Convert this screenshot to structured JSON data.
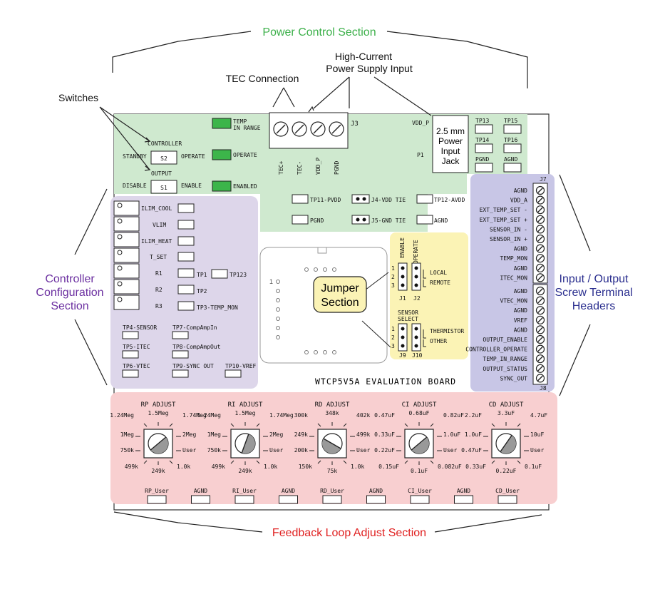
{
  "board": {
    "name": "WTCP5V5A EVALUATION BOARD",
    "colors": {
      "power": "#cfe9cf",
      "config": "#ddd6ea",
      "io": "#c8c6e6",
      "jumper": "#fbf3b5",
      "feedback": "#f8cfd0",
      "led": "#3cb54a"
    }
  },
  "sections": {
    "power": "Power Control Section",
    "controller": [
      "Controller",
      "Configuration",
      "Section"
    ],
    "io": [
      "Input / Output",
      "Screw Terminal",
      "Headers"
    ],
    "feedback": "Feedback Loop Adjust Section",
    "jumper": [
      "Jumper",
      "Section"
    ]
  },
  "callouts": {
    "switches": "Switches",
    "tec_connection": "TEC Connection",
    "high_current": [
      "High-Current",
      "Power Supply Input"
    ]
  },
  "power": {
    "switches": {
      "controller": {
        "title": "CONTROLLER",
        "left": "STANDBY",
        "id": "S2",
        "right": "OPERATE"
      },
      "output": {
        "title": "OUTPUT",
        "left": "DISABLE",
        "id": "S1",
        "right": "ENABLE"
      }
    },
    "leds": {
      "temp": [
        "TEMP",
        "IN RANGE"
      ],
      "operate": "OPERATE",
      "enabled": "ENABLED"
    },
    "j3": {
      "id": "J3",
      "pins": [
        "TEC+",
        "TEC-",
        "VDD_P",
        "PGND"
      ]
    },
    "jack": {
      "label": "VDD_P",
      "id": "P1",
      "text": [
        "2.5 mm",
        "Power",
        "Input",
        "Jack"
      ]
    },
    "tps": [
      "TP13",
      "TP15",
      "TP14",
      "TP16",
      "PGND",
      "AGND"
    ],
    "row1": {
      "tp11": "TP11-PVDD",
      "j4": "J4-VDD TIE",
      "tp12": "TP12-AVDD"
    },
    "row2": {
      "pgnd": "PGND",
      "j5": "J5-GND TIE",
      "agnd": "AGND"
    }
  },
  "config": {
    "items": [
      "ILIM_COOL",
      "VLIM",
      "ILIM_HEAT",
      "T_SET",
      "R1",
      "R2",
      "R3"
    ],
    "tp1": "TP1",
    "tp123": "TP123",
    "tp2": "TP2",
    "tp3": "TP3-TEMP_MON",
    "tps": [
      "TP4-SENSOR",
      "TP7-CompAmpIn",
      "TP5-ITEC",
      "TP8-CompAmpOut",
      "TP6-VTEC",
      "TP9-SYNC OUT",
      "TP10-VREF"
    ]
  },
  "mcu": {
    "pin1": "1"
  },
  "jumpers": {
    "enable": "ENABLE",
    "operate": "OPERATE",
    "local": "LOCAL",
    "remote": "REMOTE",
    "j1": "J1",
    "j2": "J2",
    "sensor_select": [
      "SENSOR",
      "SELECT"
    ],
    "thermistor": "THERMISTOR",
    "other": "OTHER",
    "j9": "J9",
    "j10": "J10",
    "nums": [
      "1",
      "2",
      "3"
    ]
  },
  "io": {
    "j7": "J7",
    "j8": "J8",
    "pins_top": [
      "AGND",
      "VDD_A",
      "EXT_TEMP_SET -",
      "EXT_TEMP_SET +",
      "SENSOR_IN -",
      "SENSOR_IN +",
      "AGND",
      "TEMP_MON",
      "AGND",
      "ITEC_MON"
    ],
    "pins_bottom": [
      "AGND",
      "VTEC_MON",
      "AGND",
      "VREF",
      "AGND",
      "OUTPUT_ENABLE",
      "CONTROLLER_OPERATE",
      "TEMP_IN_RANGE",
      "OUTPUT_STATUS",
      "SYNC_OUT"
    ]
  },
  "feedback": {
    "dials": [
      {
        "title": "RP ADJUST",
        "labels": [
          "1.24Meg",
          "1.5Meg",
          "1.74Meg",
          "1Meg",
          "2Meg",
          "750k",
          "User",
          "499k",
          "249k",
          "1.0k"
        ],
        "angle": -40
      },
      {
        "title": "RI ADJUST",
        "labels": [
          "1.24Meg",
          "1.5Meg",
          "1.74Meg",
          "1Meg",
          "2Meg",
          "750k",
          "User",
          "499k",
          "249k",
          "1.0k"
        ],
        "angle": -70
      },
      {
        "title": "RD ADJUST",
        "labels": [
          "300k",
          "348k",
          "402k",
          "249k",
          "499k",
          "200k",
          "User",
          "150k",
          "75k",
          "1.0k"
        ],
        "angle": 30
      },
      {
        "title": "CI ADJUST",
        "labels": [
          "0.47uF",
          "0.68uF",
          "0.82uF",
          "0.33uF",
          "1.0uF",
          "0.22uF",
          "User",
          "0.15uF",
          "0.1uF",
          "0.082uF"
        ],
        "angle": -40
      },
      {
        "title": "CD ADJUST",
        "labels": [
          "2.2uF",
          "3.3uF",
          "4.7uF",
          "1.0uF",
          "10uF",
          "0.47uF",
          "User",
          "0.33uF",
          "0.22uF",
          "0.1uF"
        ],
        "angle": -55
      }
    ],
    "pads": [
      "RP_User",
      "AGND",
      "RI_User",
      "AGND",
      "RD_User",
      "AGND",
      "CI_User",
      "AGND",
      "CD_User"
    ]
  }
}
